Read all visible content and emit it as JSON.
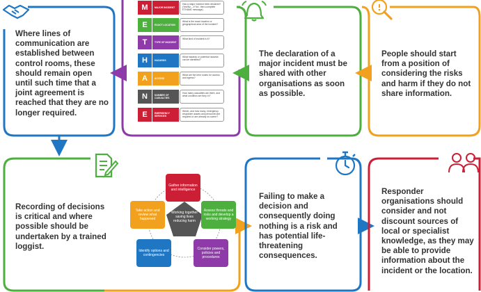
{
  "colors": {
    "blue": "#1f77c4",
    "green": "#4caf3e",
    "orange": "#f2a11f",
    "purple": "#8e3aa8",
    "red": "#cc1f36",
    "dark_text": "#333333"
  },
  "cards": {
    "top_left": "Where lines of communication are established between control rooms, these should remain open until such time that a joint agreement is reached that they are no longer required.",
    "top_mid": "The declaration of a major incident must be shared with other organisations as soon as possible.",
    "top_right": "People should start from a position of considering the risks and harm if they do not share information.",
    "bottom_left": "Recording of decisions is critical and where possible should be undertaken by a trained loggist.",
    "bottom_mid": "Failing to make a decision and consequently doing nothing is a risk and has potential life-threatening consequences.",
    "bottom_right": "Responder organisations should consider and not discount sources of local or specialist knowledge, as they may be able to provide information about the incident or the location."
  },
  "icons": [
    "handshake-icon",
    "bell-icon",
    "search-person-icon",
    "document-pen-icon",
    "stopwatch-icon",
    "group-icon"
  ],
  "methane": [
    {
      "letter": "M",
      "label": "MAJOR INCIDENT",
      "desc": "Has a major incident been declared? (Yes/No – if 'No', then complete ETHANE message)",
      "color": "#cc1f36"
    },
    {
      "letter": "E",
      "label": "EXACT LOCATION",
      "desc": "What is the exact location or geographical area of the incident?",
      "color": "#4caf3e"
    },
    {
      "letter": "T",
      "label": "TYPE OF INCIDENT",
      "desc": "What kind of incident is it?",
      "color": "#8e3aa8"
    },
    {
      "letter": "H",
      "label": "HAZARDS",
      "desc": "What hazards or potential hazards can be identified?",
      "color": "#1f77c4"
    },
    {
      "letter": "A",
      "label": "ACCESS",
      "desc": "What are the best routes for access and egress?",
      "color": "#f2a11f"
    },
    {
      "letter": "N",
      "label": "NUMBER OF CASUALTIES",
      "desc": "How many casualties are there, and what condition are they in?",
      "color": "#555555"
    },
    {
      "letter": "E",
      "label": "EMERGENCY SERVICES",
      "desc": "Which, and how many, emergency responder assets and personnel are required or are already on-scene?",
      "color": "#cc1f36"
    }
  ],
  "cycle": {
    "center": "Working together saving lives reducing harm",
    "nodes": [
      {
        "text": "Gather information and intelligence",
        "color": "#cc1f36"
      },
      {
        "text": "Assess threats and risks and develop a working strategy",
        "color": "#4caf3e"
      },
      {
        "text": "Consider powers, policies and procedures",
        "color": "#8e3aa8"
      },
      {
        "text": "Identify options and contingencies",
        "color": "#1f77c4"
      },
      {
        "text": "Take action and review what happened",
        "color": "#f2a11f"
      }
    ]
  }
}
